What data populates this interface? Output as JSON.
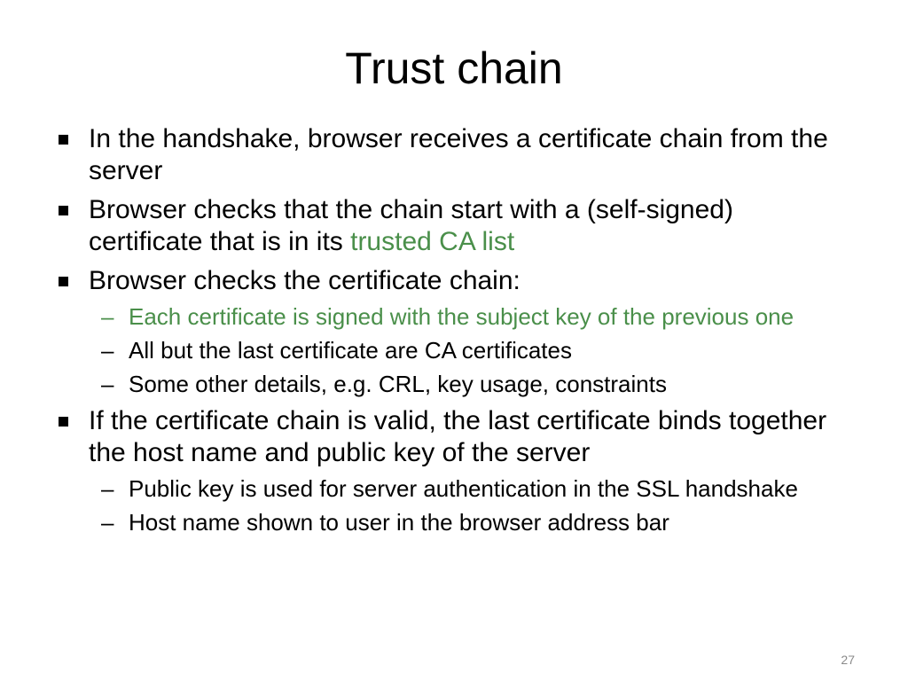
{
  "slide": {
    "title": "Trust chain",
    "page_number": "27",
    "accent_color": "#4a8f4a",
    "bullets": [
      {
        "text": "In the handshake, browser receives a certificate chain from the server"
      },
      {
        "text_before": "Browser checks that the chain start with a (self-signed) certificate that is in its ",
        "highlight": "trusted CA list"
      },
      {
        "text": "Browser checks the certificate chain:",
        "sub": [
          {
            "text": "Each certificate is signed with the subject key of the previous one",
            "highlight": true
          },
          {
            "text": "All but the last certificate are CA certificates"
          },
          {
            "text": "Some other details, e.g. CRL, key usage, constraints"
          }
        ]
      },
      {
        "text": "If the certificate chain is valid, the last certificate binds together the host name and public key of the server",
        "sub": [
          {
            "text": "Public key is used for server authentication in the SSL handshake"
          },
          {
            "text": "Host name shown to user in the browser address bar"
          }
        ]
      }
    ]
  }
}
